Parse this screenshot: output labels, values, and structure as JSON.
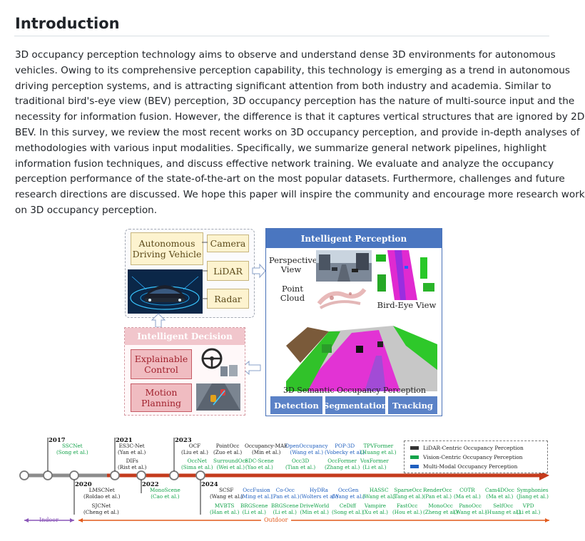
{
  "heading": "Introduction",
  "paragraph_lines": [
    "3D occupancy perception technology aims to observe and understand dense 3D environments for autonomous",
    "vehicles. Owing to its comprehensive perception capability, this technology is emerging as a trend in autonomous",
    "driving perception systems, and is attracting significant attention from both industry and academia. Similar to",
    "traditional bird's-eye view (BEV) perception, 3D occupancy perception has the nature of multi-source input and the",
    "necessity for information fusion. However, the difference is that it captures vertical structures that are ignored by 2D",
    "BEV. In this survey, we review the most recent works on 3D occupancy perception, and provide in-depth analyses of",
    "methodologies with various input modalities. Specifically, we summarize general network pipelines, highlight",
    "information fusion techniques, and discuss effective network training. We evaluate and analyze the occupancy",
    "perception performance of the state-of-the-art on the most popular datasets. Furthermore, challenges and future",
    "research directions are discussed. We hope this paper will inspire the community and encourage more research work",
    "on 3D occupancy perception."
  ],
  "figure": {
    "autonomous_vehicle": "Autonomous Driving Vehicle",
    "sensors": [
      "Camera",
      "LiDAR",
      "Radar"
    ],
    "intelligent_perception": "Intelligent Perception",
    "perspective_view": "Perspective View",
    "point_cloud": "Point Cloud",
    "birds_eye_view": "Bird-Eye View",
    "semantic_occupancy": "3D Semantic Occupancy Perception",
    "tasks": [
      "Detection",
      "Segmentation",
      "Tracking"
    ],
    "intelligent_decision": "Intelligent Decision",
    "decisions": [
      "Explainable Control",
      "Motion Planning"
    ]
  },
  "colors": {
    "lidar_centric": "#333333",
    "vision_centric": "#13a34a",
    "multi_modal": "#1f5fbf",
    "outdoor": "#e25a1c",
    "indoor": "#8a56b8",
    "perception_blue": "#4a76c0",
    "decision_pink": "#f1c6cc"
  },
  "timeline": {
    "legend": [
      "LiDAR-Centric Occupancy Perception",
      "Vision-Centric Occupancy Perception",
      "Multi-Modal Occupancy Perception"
    ],
    "indoor": "Indoor",
    "outdoor": "Outdoor",
    "years_top": [
      "2017",
      "2021",
      "2023"
    ],
    "years_bottom": [
      "2020",
      "2022",
      "2024"
    ],
    "top_entries": [
      {
        "name": "SSCNet",
        "author": "(Song et al.)",
        "kind": "vision"
      },
      {
        "name": "ES3C-Net",
        "author": "(Yan et al.)",
        "kind": "lidar"
      },
      {
        "name": "DIFs",
        "author": "(Rist et al.)",
        "kind": "lidar"
      },
      {
        "name": "OCF",
        "author": "(Liu et al.)",
        "kind": "lidar"
      },
      {
        "name": "OccNet",
        "author": "(Sima et al.)",
        "kind": "vision"
      },
      {
        "name": "PointOcc",
        "author": "(Zuo et al.)",
        "kind": "lidar"
      },
      {
        "name": "SurroundOcc",
        "author": "(Wei et al.)",
        "kind": "vision"
      },
      {
        "name": "Occupancy-MAE",
        "author": "(Min et al.)",
        "kind": "lidar"
      },
      {
        "name": "SDC-Scene",
        "author": "(Yao et al.)",
        "kind": "vision"
      },
      {
        "name": "OpenOccupancy",
        "author": "(Wang et al.)",
        "kind": "multi"
      },
      {
        "name": "Occ3D",
        "author": "(Tian et al.)",
        "kind": "vision"
      },
      {
        "name": "POP-3D",
        "author": "(Vobecky et al.)",
        "kind": "multi"
      },
      {
        "name": "OccFormer",
        "author": "(Zhang et al.)",
        "kind": "vision"
      },
      {
        "name": "TPVFormer",
        "author": "(Huang et al.)",
        "kind": "vision"
      },
      {
        "name": "VoxFormer",
        "author": "(Li et al.)",
        "kind": "vision"
      }
    ],
    "bottom_entries": [
      {
        "name": "LMSCNet",
        "author": "(Roldao et al.)",
        "kind": "lidar"
      },
      {
        "name": "SJCNet",
        "author": "(Cheng et al.)",
        "kind": "lidar"
      },
      {
        "name": "MonoScene",
        "author": "(Cao et al.)",
        "kind": "vision"
      },
      {
        "name": "SCSF",
        "author": "(Wang et al.)",
        "kind": "lidar"
      },
      {
        "name": "MVBTS",
        "author": "(Han et al.)",
        "kind": "vision"
      },
      {
        "name": "OccFusion",
        "author": "(Ming et al.)",
        "kind": "multi"
      },
      {
        "name": "BRGScene",
        "author": "(Li et al.)",
        "kind": "vision"
      },
      {
        "name": "Co-Occ",
        "author": "(Pan et al.)",
        "kind": "multi"
      },
      {
        "name": "BRGScene",
        "author": "(Li et al.)",
        "kind": "vision"
      },
      {
        "name": "HyDRa",
        "author": "(Wolters et al.)",
        "kind": "multi"
      },
      {
        "name": "DriveWorld",
        "author": "(Min et al.)",
        "kind": "vision"
      },
      {
        "name": "OccGen",
        "author": "(Wang et al.)",
        "kind": "multi"
      },
      {
        "name": "CeDiff",
        "author": "(Song et al.)",
        "kind": "vision"
      },
      {
        "name": "HASSC",
        "author": "(Wang et al.)",
        "kind": "vision"
      },
      {
        "name": "Vampire",
        "author": "(Xu et al.)",
        "kind": "vision"
      },
      {
        "name": "SparseOcc",
        "author": "(Tang et al.)",
        "kind": "vision"
      },
      {
        "name": "FastOcc",
        "author": "(Hou et al.)",
        "kind": "vision"
      },
      {
        "name": "RenderOcc",
        "author": "(Pan et al.)",
        "kind": "vision"
      },
      {
        "name": "MonoOcc",
        "author": "(Zheng et al.)",
        "kind": "vision"
      },
      {
        "name": "COTR",
        "author": "(Ma et al.)",
        "kind": "vision"
      },
      {
        "name": "PanoOcc",
        "author": "(Wang et al.)",
        "kind": "vision"
      },
      {
        "name": "Cam4DOcc",
        "author": "(Ma et al.)",
        "kind": "vision"
      },
      {
        "name": "SelfOcc",
        "author": "(Huang et al.)",
        "kind": "vision"
      },
      {
        "name": "Symphonies",
        "author": "(Jiang et al.)",
        "kind": "vision"
      },
      {
        "name": "VPD",
        "author": "(Li et al.)",
        "kind": "vision"
      }
    ]
  }
}
